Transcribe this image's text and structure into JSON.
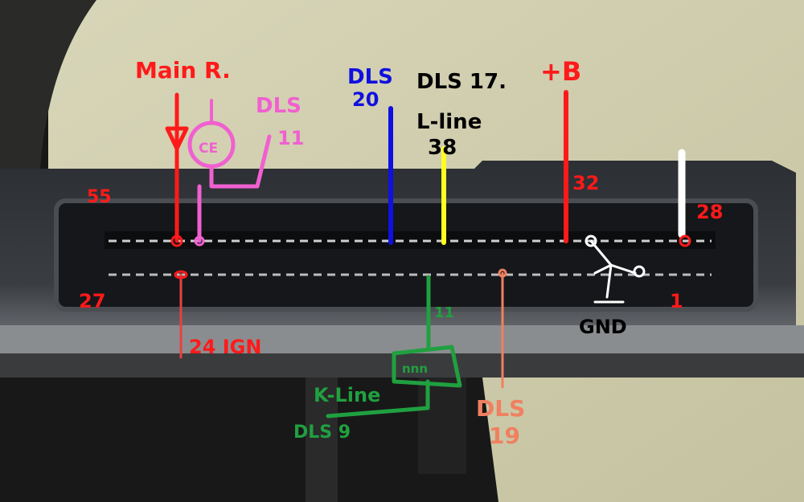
{
  "annotations": {
    "main_relay": "Main R.",
    "check_engine": "CE",
    "dls11_label": "DLS",
    "dls11_num": "11",
    "dls20_label": "DLS",
    "dls20_num": "20",
    "dls17_label": "DLS 17.",
    "lline_label": "L-line",
    "lline_pin": "38",
    "plus_b": "+B",
    "pin32": "32",
    "pin28": "28",
    "pin55": "55",
    "pin27": "27",
    "pin1": "1",
    "gnd": "GND",
    "pin11": "11",
    "ign": "24 IGN",
    "kline": "K-Line",
    "kline_box": "nnn",
    "dls9": "DLS 9",
    "dls19_label": "DLS",
    "dls19_num": "19"
  },
  "colors": {
    "red": "#ff1a1a",
    "pink": "#f060d0",
    "blue": "#1010e0",
    "yellow": "#ffff20",
    "black": "#000000",
    "white": "#ffffff",
    "green": "#20a040",
    "salmon": "#f08060"
  }
}
